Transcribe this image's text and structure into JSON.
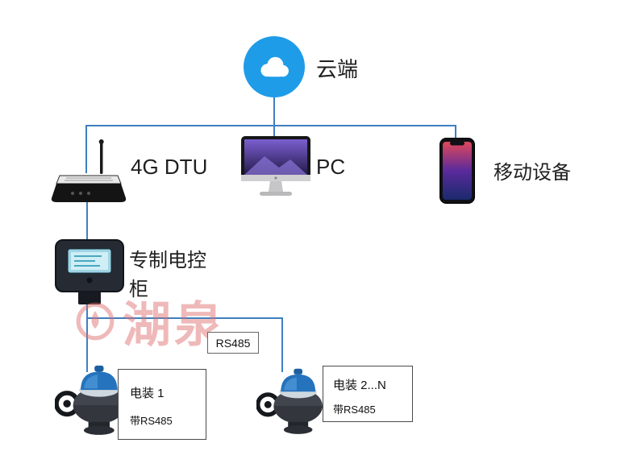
{
  "colors": {
    "cloud_bg": "#1e9ce8",
    "line": "#3f7fc1",
    "watermark": "#df6e6e",
    "box_border": "#4a4a4a",
    "text": "#1f1f1f"
  },
  "nodes": {
    "cloud": {
      "label": "云端"
    },
    "dtu": {
      "label": "4G DTU"
    },
    "pc": {
      "label": "PC"
    },
    "mobile": {
      "label": "移动设备"
    },
    "cabinet": {
      "label": "专制电控柜"
    },
    "actuator1": {
      "title": "电装 1",
      "subtitle": "带RS485"
    },
    "actuator2": {
      "title": "电装 2...N",
      "subtitle": "带RS485"
    }
  },
  "edge_label": "RS485",
  "watermark": "湖泉"
}
